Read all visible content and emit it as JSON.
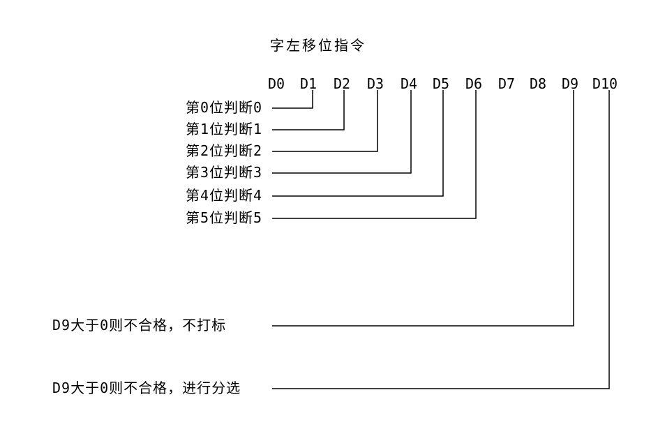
{
  "title": "字左移位指令",
  "bits": {
    "labels": [
      "D0",
      "D1",
      "D2",
      "D3",
      "D4",
      "D5",
      "D6",
      "D7",
      "D8",
      "D9",
      "D10"
    ]
  },
  "judgments": [
    {
      "label": "第0位判断0",
      "target": "D1"
    },
    {
      "label": "第1位判断1",
      "target": "D2"
    },
    {
      "label": "第2位判断2",
      "target": "D3"
    },
    {
      "label": "第3位判断3",
      "target": "D4"
    },
    {
      "label": "第4位判断4",
      "target": "D5"
    },
    {
      "label": "第5位判断5",
      "target": "D6"
    }
  ],
  "notes": [
    {
      "label": "D9大于0则不合格，不打标",
      "target": "D9"
    },
    {
      "label": "D9大于0则不合格，进行分选",
      "target": "D10"
    }
  ],
  "colors": {
    "background": "#ffffff",
    "line": "#000000",
    "text": "#000000"
  }
}
